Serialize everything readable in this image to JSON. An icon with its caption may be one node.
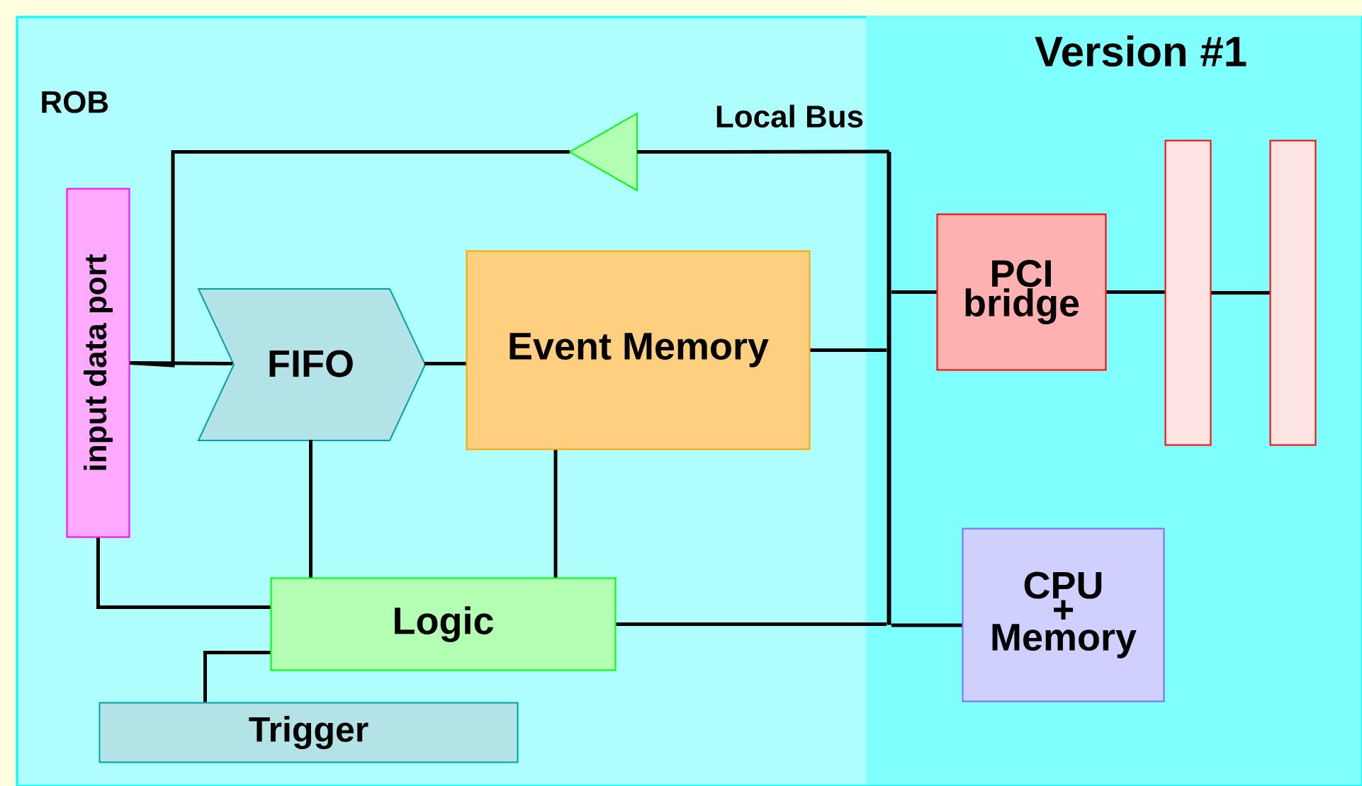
{
  "diagram": {
    "nodes": [
      {
        "text": [
          "ROB"
        ]
      },
      {
        "text": [
          "Version #1"
        ],
        "in": 0
      },
      {
        "text": [
          "input data port"
        ],
        "in": 0
      },
      {
        "text": [
          "FIFO"
        ],
        "in": 0
      },
      {
        "text": [
          "Event Memory"
        ],
        "in": 0
      },
      {
        "text": [
          "Logic"
        ],
        "in": 0
      },
      {
        "text": [
          "Trigger"
        ],
        "in": 0
      },
      {
        "text": [],
        "shape": "line",
        "beside": [
          "Local Bus"
        ],
        "in": 1
      },
      {
        "text": [],
        "shape": "triangle",
        "in": 0
      },
      {
        "text": [
          "PCI bridge"
        ],
        "in": 1
      },
      {
        "text": [],
        "shape": "bar",
        "in": 1
      },
      {
        "text": [],
        "shape": "bar",
        "in": 1
      },
      {
        "text": [
          "CPU + Memory"
        ],
        "in": 1
      }
    ],
    "edges": [
      {
        "from": 2,
        "to": 3,
        "arrow": "none"
      },
      {
        "from": 8,
        "to": 2,
        "arrow": "none"
      },
      {
        "from": 7,
        "to": 8,
        "arrow": "none"
      },
      {
        "from": 3,
        "to": 4,
        "arrow": "none"
      },
      {
        "from": 4,
        "to": 7,
        "arrow": "none"
      },
      {
        "from": 7,
        "to": 9,
        "arrow": "none"
      },
      {
        "from": 9,
        "to": 10,
        "arrow": "none"
      },
      {
        "from": 10,
        "to": 11,
        "arrow": "none"
      },
      {
        "from": 3,
        "to": 5,
        "arrow": "none"
      },
      {
        "from": 4,
        "to": 5,
        "arrow": "none"
      },
      {
        "from": 2,
        "to": 5,
        "arrow": "none"
      },
      {
        "from": 6,
        "to": 5,
        "arrow": "none"
      },
      {
        "from": 5,
        "to": 7,
        "arrow": "none"
      },
      {
        "from": 7,
        "to": 12,
        "arrow": "none"
      }
    ]
  }
}
